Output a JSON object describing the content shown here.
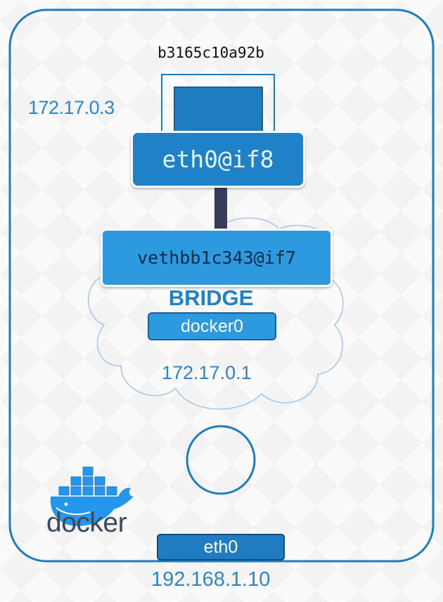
{
  "container": {
    "id": "b3165c10a92b",
    "ip": "172.17.0.3",
    "interface": "eth0@if8"
  },
  "bridge": {
    "veth": "vethbb1c343@if7",
    "label": "BRIDGE",
    "name": "docker0",
    "ip": "172.17.0.1"
  },
  "host": {
    "interface": "eth0",
    "ip": "192.168.1.10"
  },
  "logo": {
    "text": "docker"
  },
  "colors": {
    "primary_blue": "#1f82c9",
    "light_blue": "#2d9ae0",
    "text_blue": "#2e86c8",
    "link_line": "#3a3b5c",
    "frame": "#1f7cc0"
  }
}
